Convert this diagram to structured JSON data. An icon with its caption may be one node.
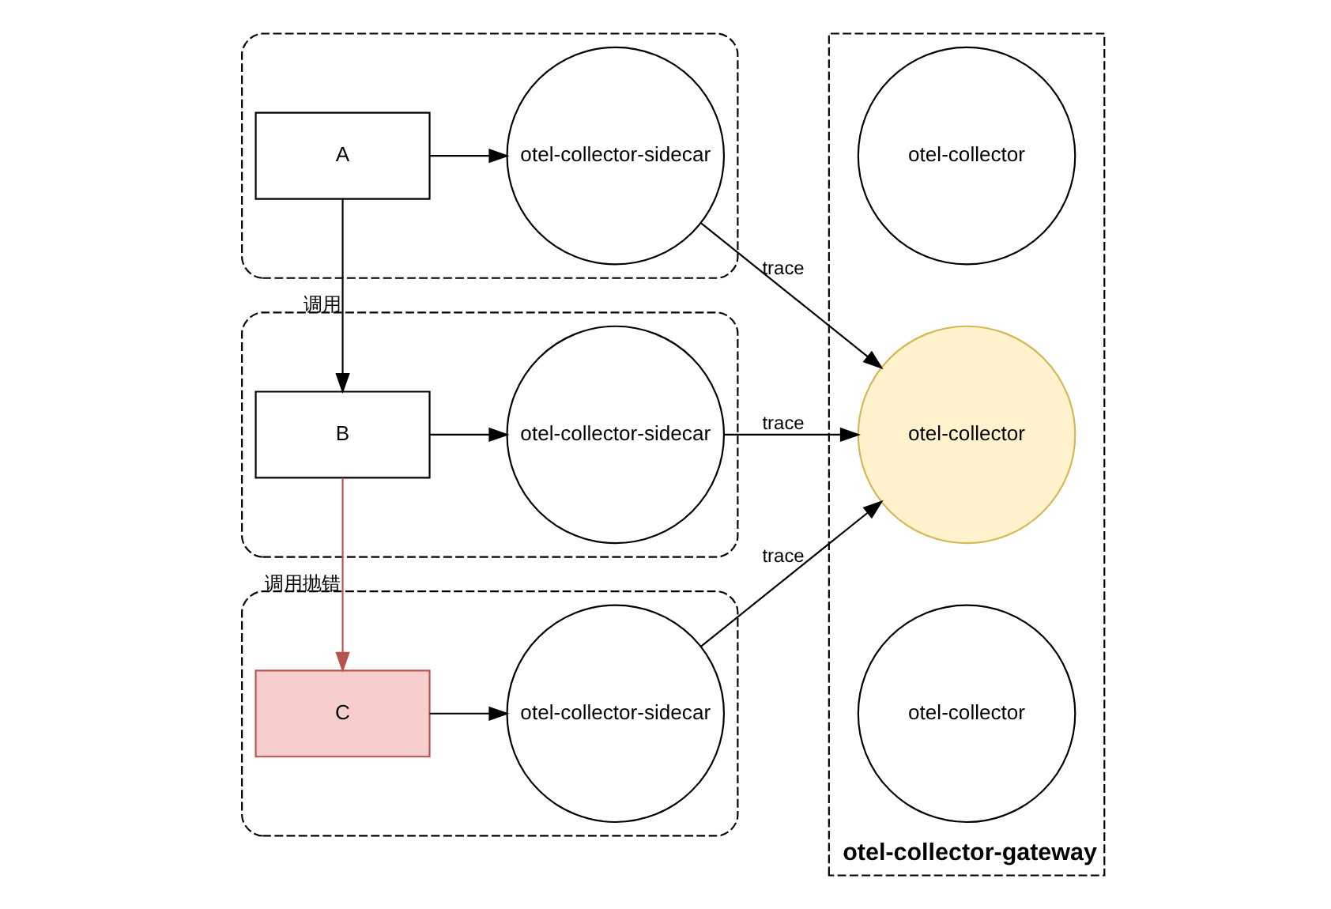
{
  "diagram": {
    "nodes": [
      {
        "text": [],
        "shape": "box"
      },
      {
        "text": [
          "A"
        ],
        "in": 0
      },
      {
        "text": [
          "otel-collector-sidecar"
        ],
        "in": 0
      },
      {
        "text": [],
        "shape": "box"
      },
      {
        "text": [
          "B"
        ],
        "in": 3
      },
      {
        "text": [
          "otel-collector-sidecar"
        ],
        "in": 3
      },
      {
        "text": [],
        "shape": "box"
      },
      {
        "text": [
          "C"
        ],
        "in": 6
      },
      {
        "text": [
          "otel-collector-sidecar"
        ],
        "in": 6
      },
      {
        "text": [
          "otel-collector-gateway"
        ]
      },
      {
        "text": [
          "otel-collector"
        ],
        "in": 9
      },
      {
        "text": [
          "otel-collector"
        ],
        "in": 9
      },
      {
        "text": [
          "otel-collector"
        ],
        "in": 9
      }
    ],
    "edges": [
      {
        "from": 1,
        "to": 2,
        "arrow": "to"
      },
      {
        "from": 2,
        "to": 11,
        "arrow": "to",
        "label": "trace"
      },
      {
        "from": 1,
        "to": 4,
        "arrow": "to",
        "label": "调用"
      },
      {
        "from": 4,
        "to": 5,
        "arrow": "to"
      },
      {
        "from": 5,
        "to": 11,
        "arrow": "to",
        "label": "trace"
      },
      {
        "from": 4,
        "to": 7,
        "arrow": "to",
        "label": "调用抛错",
        "color": "#b85450"
      },
      {
        "from": 7,
        "to": 8,
        "arrow": "to"
      },
      {
        "from": 8,
        "to": 11,
        "arrow": "to",
        "label": "trace"
      }
    ]
  }
}
